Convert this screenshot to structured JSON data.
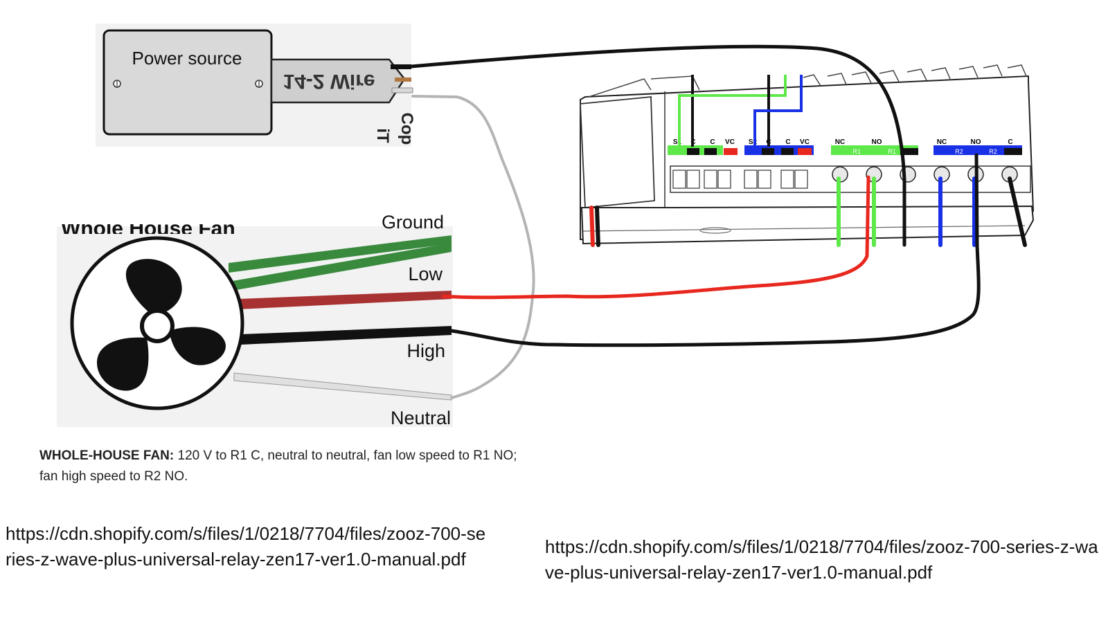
{
  "power_source": {
    "label": "Power source",
    "cable_label": "14-2 Wire",
    "side_text_1": "Cop",
    "side_text_2": "iT"
  },
  "fan": {
    "title_partial": "Whole House Fan",
    "wire_labels": {
      "ground": "Ground",
      "low": "Low",
      "high": "High",
      "neutral": "Neutral"
    }
  },
  "relay": {
    "terminals": {
      "s1": "S1",
      "c1": "C",
      "c2": "C",
      "vc1": "VC",
      "s2": "S2",
      "c3": "C",
      "c4": "C",
      "vc2": "VC",
      "nc1": "NC",
      "no1": "NO",
      "nc2": "NC",
      "no2": "NO",
      "c5": "C"
    },
    "relay_tags": {
      "r1a": "R1",
      "r1b": "R1",
      "r2a": "R2",
      "r2b": "R2"
    }
  },
  "caption": {
    "bold": "WHOLE-HOUSE FAN:",
    "text": " 120 V to R1 C, neutral to neutral, fan low speed to R1 NO; fan high speed to R2 NO."
  },
  "urls": {
    "left": "https://cdn.shopify.com/s/files/1/0218/7704/files/zooz-700-series-z-wave-plus-universal-relay-zen17-ver1.0-manual.pdf",
    "right": "https://cdn.shopify.com/s/files/1/0218/7704/files/zooz-700-series-z-wave-plus-universal-relay-zen17-ver1.0-manual.pdf"
  },
  "colors": {
    "hot_wire": "#000000",
    "neutral_wire": "#b4b4b4",
    "low_wire": "#e8281e",
    "ground_wire": "#3a8a3e",
    "green_bus": "#5ee84a",
    "blue_bus": "#1830e6"
  }
}
